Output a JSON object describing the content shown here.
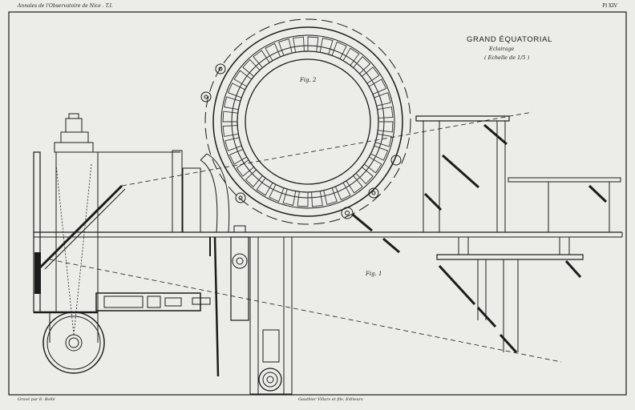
{
  "header": {
    "left": "Annales de l'Observatoire de Nice . T.I.",
    "right": "Pl XIV"
  },
  "title": {
    "main": "GRAND ÉQUATORIAL",
    "sub": "Eclairage",
    "scale": "( Echelle de 1/5 )"
  },
  "figures": {
    "fig2": "Fig. 2",
    "fig1": "Fig. 1"
  },
  "footer": {
    "engraver": "Gravé par E. Bollé",
    "publisher": "Gauthier Villars et fils, Editeurs"
  },
  "colors": {
    "paper": "#ecece9",
    "ink": "#1c1c1c",
    "hatch": "#555555"
  }
}
